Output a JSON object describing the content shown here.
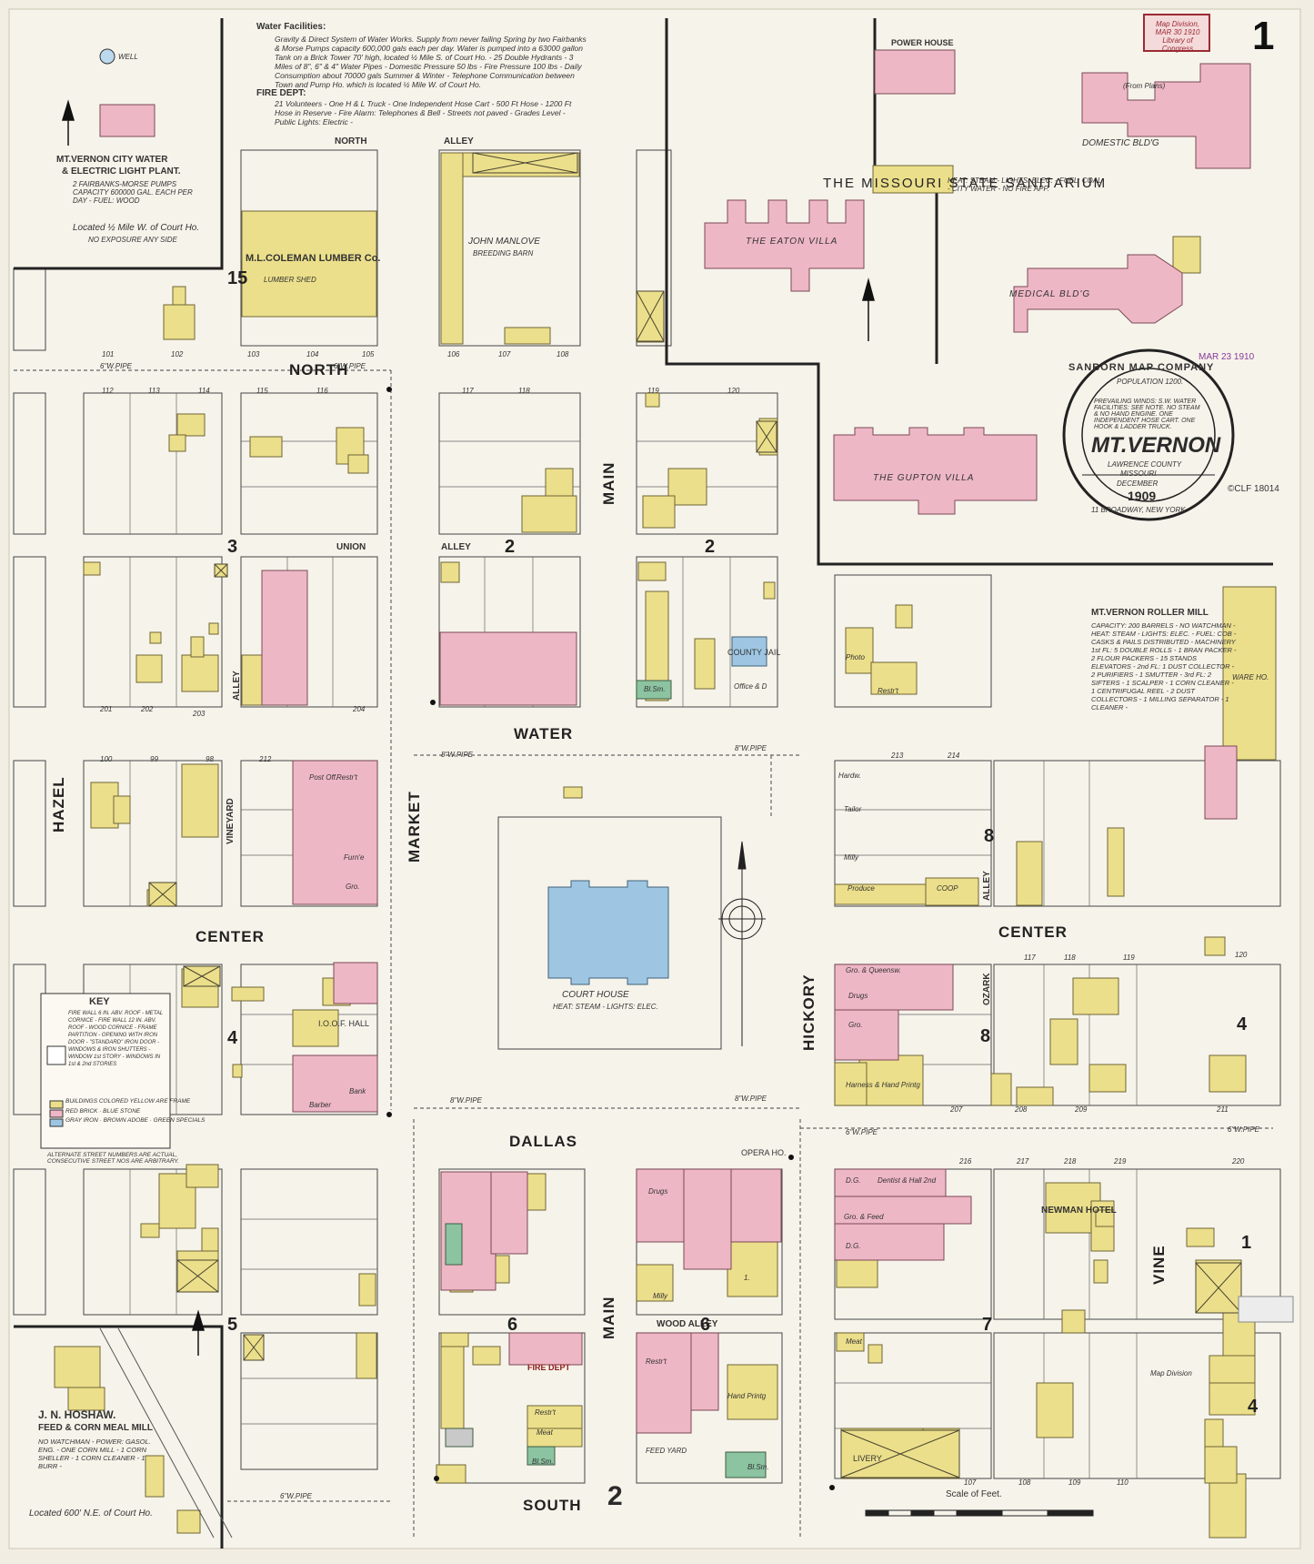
{
  "sheet": {
    "number": "1"
  },
  "labels": {
    "sanitarium": "THE MISSOURI STATE SANITARIUM",
    "sanitarium_notes": "HEAT: STEAM - LIGHTS: ELEC. - FUEL: COAL - CITY WATER - NO FIRE APP.",
    "well": "WELL",
    "water_plant": "MT.VERNON CITY WATER",
    "water_plant_2": "& ELECTRIC LIGHT PLANT.",
    "water_plant_notes": "2 FAIRBANKS-MORSE PUMPS CAPACITY 600000 GAL. EACH PER DAY - FUEL: WOOD",
    "water_plant_location": "Located ½ Mile W. of Court Ho.",
    "no_exposure": "NO EXPOSURE ANY SIDE",
    "scale": "Scale of Feet."
  },
  "notes": {
    "water_heading": "Water Facilities:",
    "water_text": "Gravity & Direct System of Water Works. Supply from never failing Spring by two Fairbanks & Morse Pumps capacity 600,000 gals each per day. Water is pumped into a 63000 gallon Tank on a Brick Tower 70' high, located ½ Mile S. of Court Ho. - 25 Double Hydrants - 3 Miles of 8\", 6\" & 4\" Water Pipes - Domestic Pressure 50 lbs - Fire Pressure 100 lbs - Daily Consumption about 70000 gals Summer & Winter - Telephone Communication between Town and Pump Ho. which is located ½ Mile W. of Court Ho.",
    "fire_heading": "FIRE DEPT:",
    "fire_text": "21 Volunteers - One H & L Truck - One Independent Hose Cart - 500 Ft Hose - 1200 Ft Hose in Reserve - Fire Alarm: Telephones & Bell - Streets not paved - Grades Level - Public Lights: Electric -"
  },
  "seal": {
    "company": "SANBORN MAP COMPANY",
    "population": "POPULATION 1200.",
    "notes": "PREVAILING WINDS: S.W. WATER FACILITIES: SEE NOTE. NO STEAM & NO HAND ENGINE. ONE INDEPENDENT HOSE CART. ONE HOOK & LADDER TRUCK.",
    "town": "MT.VERNON",
    "county": "LAWRENCE COUNTY",
    "state": "MISSOURI",
    "month": "DECEMBER",
    "year": "1909",
    "address": "11 BROADWAY, NEW YORK.",
    "copyright": "©CLF 18014"
  },
  "stamps": {
    "received": "MAR 23 1910",
    "library": "Map Division, MAR 30 1910 Library of Congress",
    "map_division": "Map Division"
  },
  "buildings": {
    "coleman": "M.L.COLEMAN LUMBER Co.",
    "lumber_shed": "LUMBER SHED",
    "manlove": "JOHN MANLOVE",
    "breeding_barn": "BREEDING BARN",
    "eaton_villa": "THE EATON VILLA",
    "gupton_villa": "THE GUPTON VILLA",
    "medical": "MEDICAL BLD'G",
    "domestic": "DOMESTIC BLD'G",
    "from_plans": "(From Plans)",
    "power_house": "POWER HOUSE",
    "roller_mill": "MT.VERNON ROLLER MILL",
    "roller_mill_notes": "CAPACITY: 200 BARRELS - NO WATCHMAN - HEAT: STEAM - LIGHTS: ELEC. - FUEL: COB - CASKS & PAILS DISTRIBUTED - MACHINERY 1st FL: 5 DOUBLE ROLLS - 1 BRAN PACKER - 2 FLOUR PACKERS - 15 STANDS ELEVATORS - 2nd FL: 1 DUST COLLECTOR - 2 PURIFIERS - 1 SMUTTER - 3rd FL: 2 SIFTERS - 1 SCALPER - 1 CORN CLEANER - 1 CENTRIFUGAL REEL - 2 DUST COLLECTORS - 1 MILLING SEPARATOR - 1 CLEANER -",
    "ware_ho": "WARE HO.",
    "court_house": "COURT HOUSE",
    "court_house_notes": "HEAT: STEAM - LIGHTS: ELEC.",
    "county_jail": "COUNTY JAIL",
    "ioof_hall": "I.O.O.F. HALL",
    "newman_hotel": "NEWMAN HOTEL",
    "fire_dept": "FIRE DEPT",
    "opera_house": "OPERA HO.",
    "livery": "LIVERY",
    "hoshaw": "J. N. HOSHAW.",
    "hoshaw_2": "FEED & CORN MEAL MILL",
    "hoshaw_notes": "NO WATCHMAN - POWER: GASOL. ENG. - ONE CORN MILL - 1 CORN SHELLER - 1 CORN CLEANER - 1 BURR -",
    "hoshaw_location": "Located 600' N.E. of Court Ho."
  },
  "key": {
    "title": "KEY",
    "text": "FIRE WALL 6 IN. ABV. ROOF - METAL CORNICE - FIRE WALL 12 IN. ABV. ROOF - WOOD CORNICE - FRAME PARTITION - OPENING WITH IRON DOOR - \"STANDARD\" IRON DOOR - WINDOWS & IRON SHUTTERS - WINDOW 1st STORY - WINDOWS IN 1st & 2nd STORIES",
    "yellow": "BUILDINGS COLORED YELLOW ARE FRAME",
    "red": "RED BRICK · BLUE STONE",
    "blue": "GRAY IRON · BROWN ADOBE · GREEN SPECIALS",
    "footnote": "ALTERNATE STREET NUMBERS ARE ACTUAL, CONSECUTIVE STREET NOS ARE ARBITRARY."
  },
  "streets": {
    "north": "NORTH",
    "north_small": "NORTH",
    "alley": "ALLEY",
    "union": "UNION",
    "water": "WATER",
    "center": "CENTER",
    "dallas": "DALLAS",
    "south": "SOUTH",
    "wood_alley": "WOOD ALLEY",
    "hazel": "HAZEL",
    "market": "MARKET",
    "main": "MAIN",
    "hickory": "HICKORY",
    "vine": "VINE",
    "vineyard": "VINEYARD",
    "ozark": "OZARK"
  },
  "pipes": {
    "six_inch": "6\"W.PIPE",
    "eight_inch": "8\"W.PIPE"
  },
  "blocks": {
    "b1": "1",
    "b2": "2",
    "b3": "3",
    "b4": "4",
    "b5": "5",
    "b6": "6",
    "b7": "7",
    "b8": "8",
    "b15": "15",
    "sheet2": "2"
  },
  "businesses": {
    "hardw": "Hardw.",
    "tailor": "Tailor",
    "milly": "Milly",
    "produce": "Produce",
    "coop": "COOP",
    "gro_queensw": "Gro. & Queensw.",
    "drugs": "Drugs",
    "gro": "Gro.",
    "harness": "Harness & Hand Printg",
    "restrt": "Restr't",
    "post_off": "Post Off.",
    "furn": "Furn'e",
    "bank": "Bank",
    "barber": "Barber",
    "dg": "D.G.",
    "dentist": "Dentist & Hall 2nd",
    "gro_feed": "Gro. & Feed",
    "one": "1.",
    "hand_printg": "Hand Printg",
    "bl_sm": "Bl.Sm.",
    "feed_yard": "FEED YARD",
    "meat": "Meat",
    "photo": "Photo",
    "office": "Office & D"
  },
  "lots": {
    "l98": "98",
    "l99": "99",
    "l100": "100",
    "l101": "101",
    "l102": "102",
    "l103": "103",
    "l104": "104",
    "l105": "105",
    "l106": "106",
    "l107": "107",
    "l108": "108",
    "l109": "109",
    "l110": "110",
    "l112": "112",
    "l113": "113",
    "l114": "114",
    "l115": "115",
    "l116": "116",
    "l117": "117",
    "l118": "118",
    "l119": "119",
    "l120": "120",
    "l201": "201",
    "l202": "202",
    "l203": "203",
    "l204": "204",
    "l207": "207",
    "l208": "208",
    "l209": "209",
    "l211": "211",
    "l212": "212",
    "l213": "213",
    "l214": "214",
    "l216": "216",
    "l217": "217",
    "l218": "218",
    "l219": "219",
    "l220": "220"
  }
}
